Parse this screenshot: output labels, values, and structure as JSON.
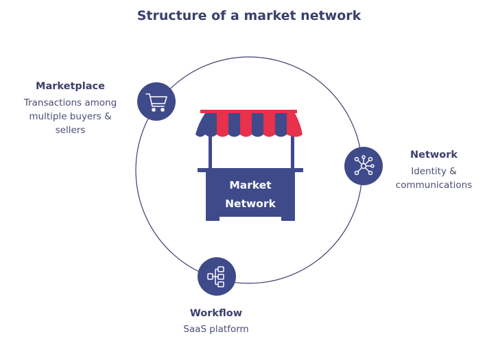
{
  "title": "Structure of a market network",
  "center": {
    "line1": "Market",
    "line2": "Network"
  },
  "nodes": {
    "marketplace": {
      "title": "Marketplace",
      "desc_line1": "Transactions among",
      "desc_line2": "multiple buyers & sellers",
      "icon": "shopping-cart-icon"
    },
    "network": {
      "title": "Network",
      "desc_line1": "Identity &",
      "desc_line2": "communications",
      "icon": "network-hub-icon"
    },
    "workflow": {
      "title": "Workflow",
      "desc_line1": "SaaS platform",
      "icon": "workflow-tree-icon"
    }
  },
  "colors": {
    "navy": "#3f4a8a",
    "red": "#e8314a",
    "ring": "#3b3f6b",
    "text": "#3b3f6b"
  }
}
